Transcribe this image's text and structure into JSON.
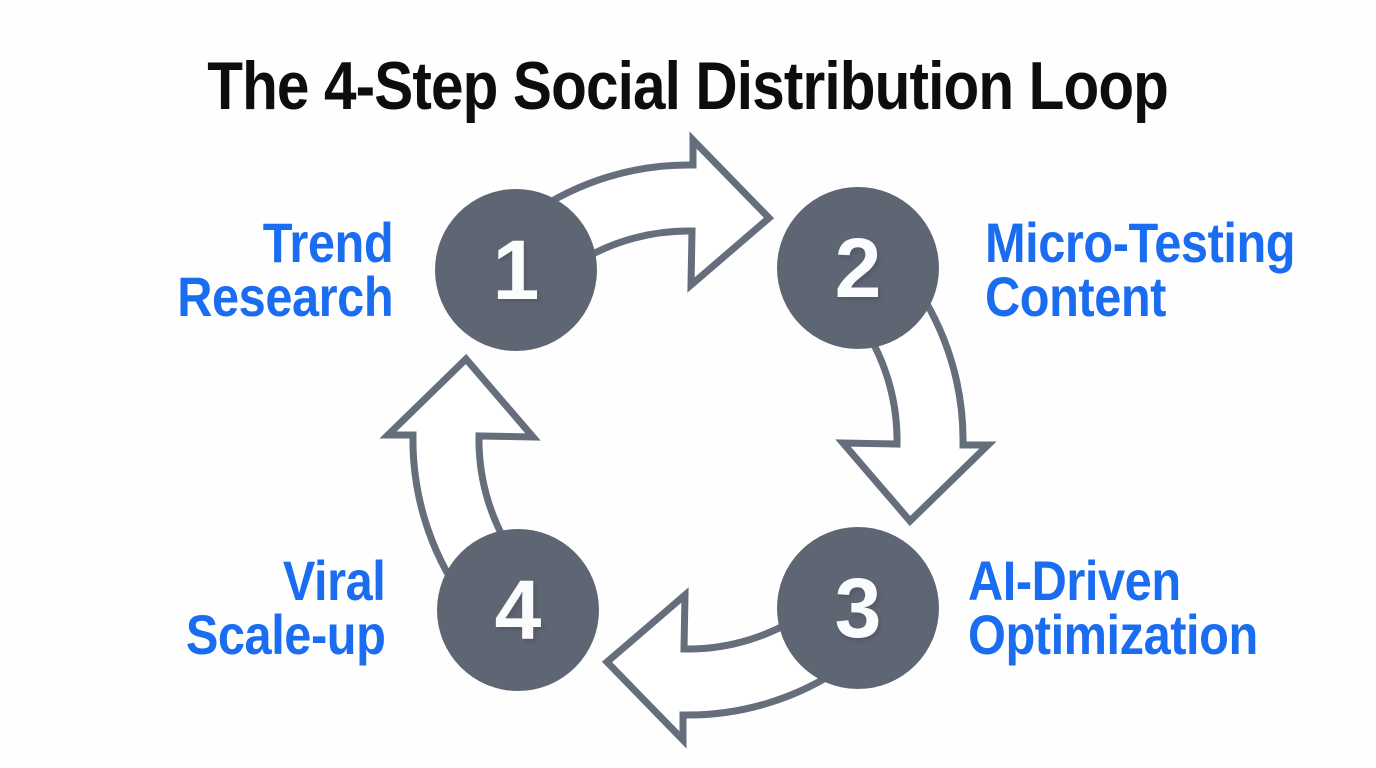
{
  "title": "The 4-Step Social Distribution Loop",
  "steps": [
    {
      "number": "1",
      "lines": [
        "Trend",
        "Research"
      ]
    },
    {
      "number": "2",
      "lines": [
        "Micro-Testing",
        "Content"
      ]
    },
    {
      "number": "3",
      "lines": [
        "AI-Driven",
        "Optimization"
      ]
    },
    {
      "number": "4",
      "lines": [
        "Viral",
        "Scale-up"
      ]
    }
  ],
  "flow": [
    "step1-to-step2",
    "step2-to-step3",
    "step3-to-step4",
    "step4-to-step1"
  ],
  "colors": {
    "label_blue": "#1a6cf0",
    "circle_gray": "#5f6673",
    "arrow_outline": "#666e7c",
    "number_white": "#fbfcfd",
    "title_black": "#0d0d0f",
    "bg_white": "#fefefe"
  }
}
